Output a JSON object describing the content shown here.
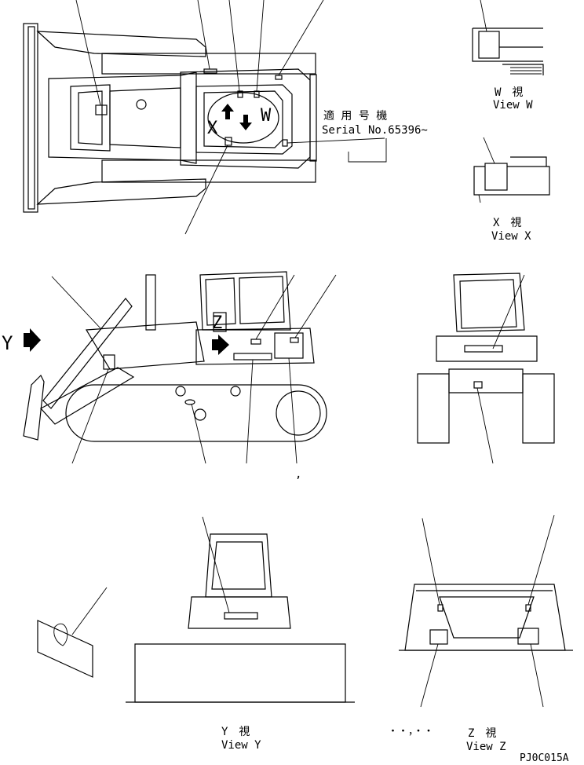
{
  "views": {
    "top_big_letters": {
      "x": "X",
      "w": "W"
    },
    "serial_jp": "適 用 号 機",
    "serial": "Serial No.65396~",
    "view_w_jp": "W　視",
    "view_w": "View W",
    "view_x_jp": "X　視",
    "view_x": "View X",
    "side_y_letter": "Y",
    "side_z_letter": "Z",
    "view_y_jp": "Y　視",
    "view_y": "View Y",
    "view_z_jp": "Z　視",
    "view_z": "View Z",
    "comma_mark": ",",
    "dots_mark": "・・，・・",
    "drawing_code": "PJ0C015A"
  }
}
